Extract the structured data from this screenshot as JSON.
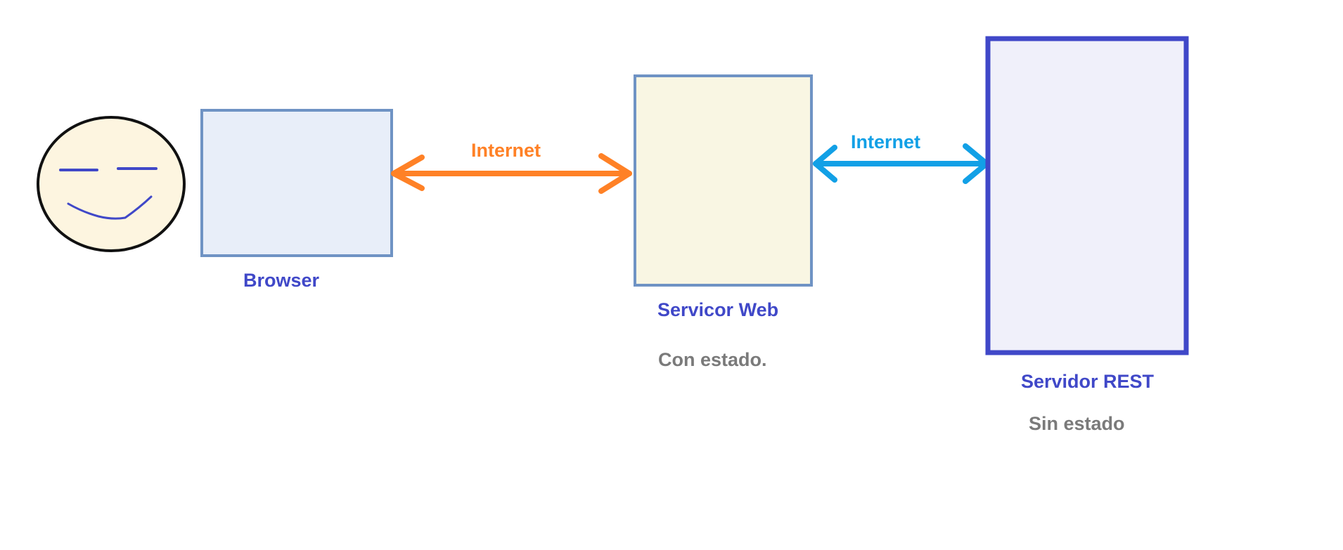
{
  "nodes": {
    "browser": {
      "label": "Browser"
    },
    "web_server": {
      "label": "Servicor Web",
      "note": "Con estado."
    },
    "rest_server": {
      "label": "Servidor REST",
      "note": "Sin estado"
    }
  },
  "edges": {
    "browser_to_web": {
      "label": "Internet"
    },
    "web_to_rest": {
      "label": "Internet"
    }
  },
  "colors": {
    "node_label": "#4048c8",
    "note_text": "#7a7a7a",
    "edge_internet_1": "#ff8126",
    "edge_internet_2": "#12a0e6",
    "browser_fill": "#e8eef9",
    "browser_stroke": "#6f93c4",
    "web_fill": "#f9f6e3",
    "web_stroke": "#6f93c4",
    "rest_fill": "#f0f0fa",
    "rest_stroke": "#4048c8",
    "face_fill": "#fdf5e0",
    "face_stroke": "#111111",
    "face_features": "#4048c8"
  },
  "icons": {
    "user": "smiley-face-icon"
  }
}
